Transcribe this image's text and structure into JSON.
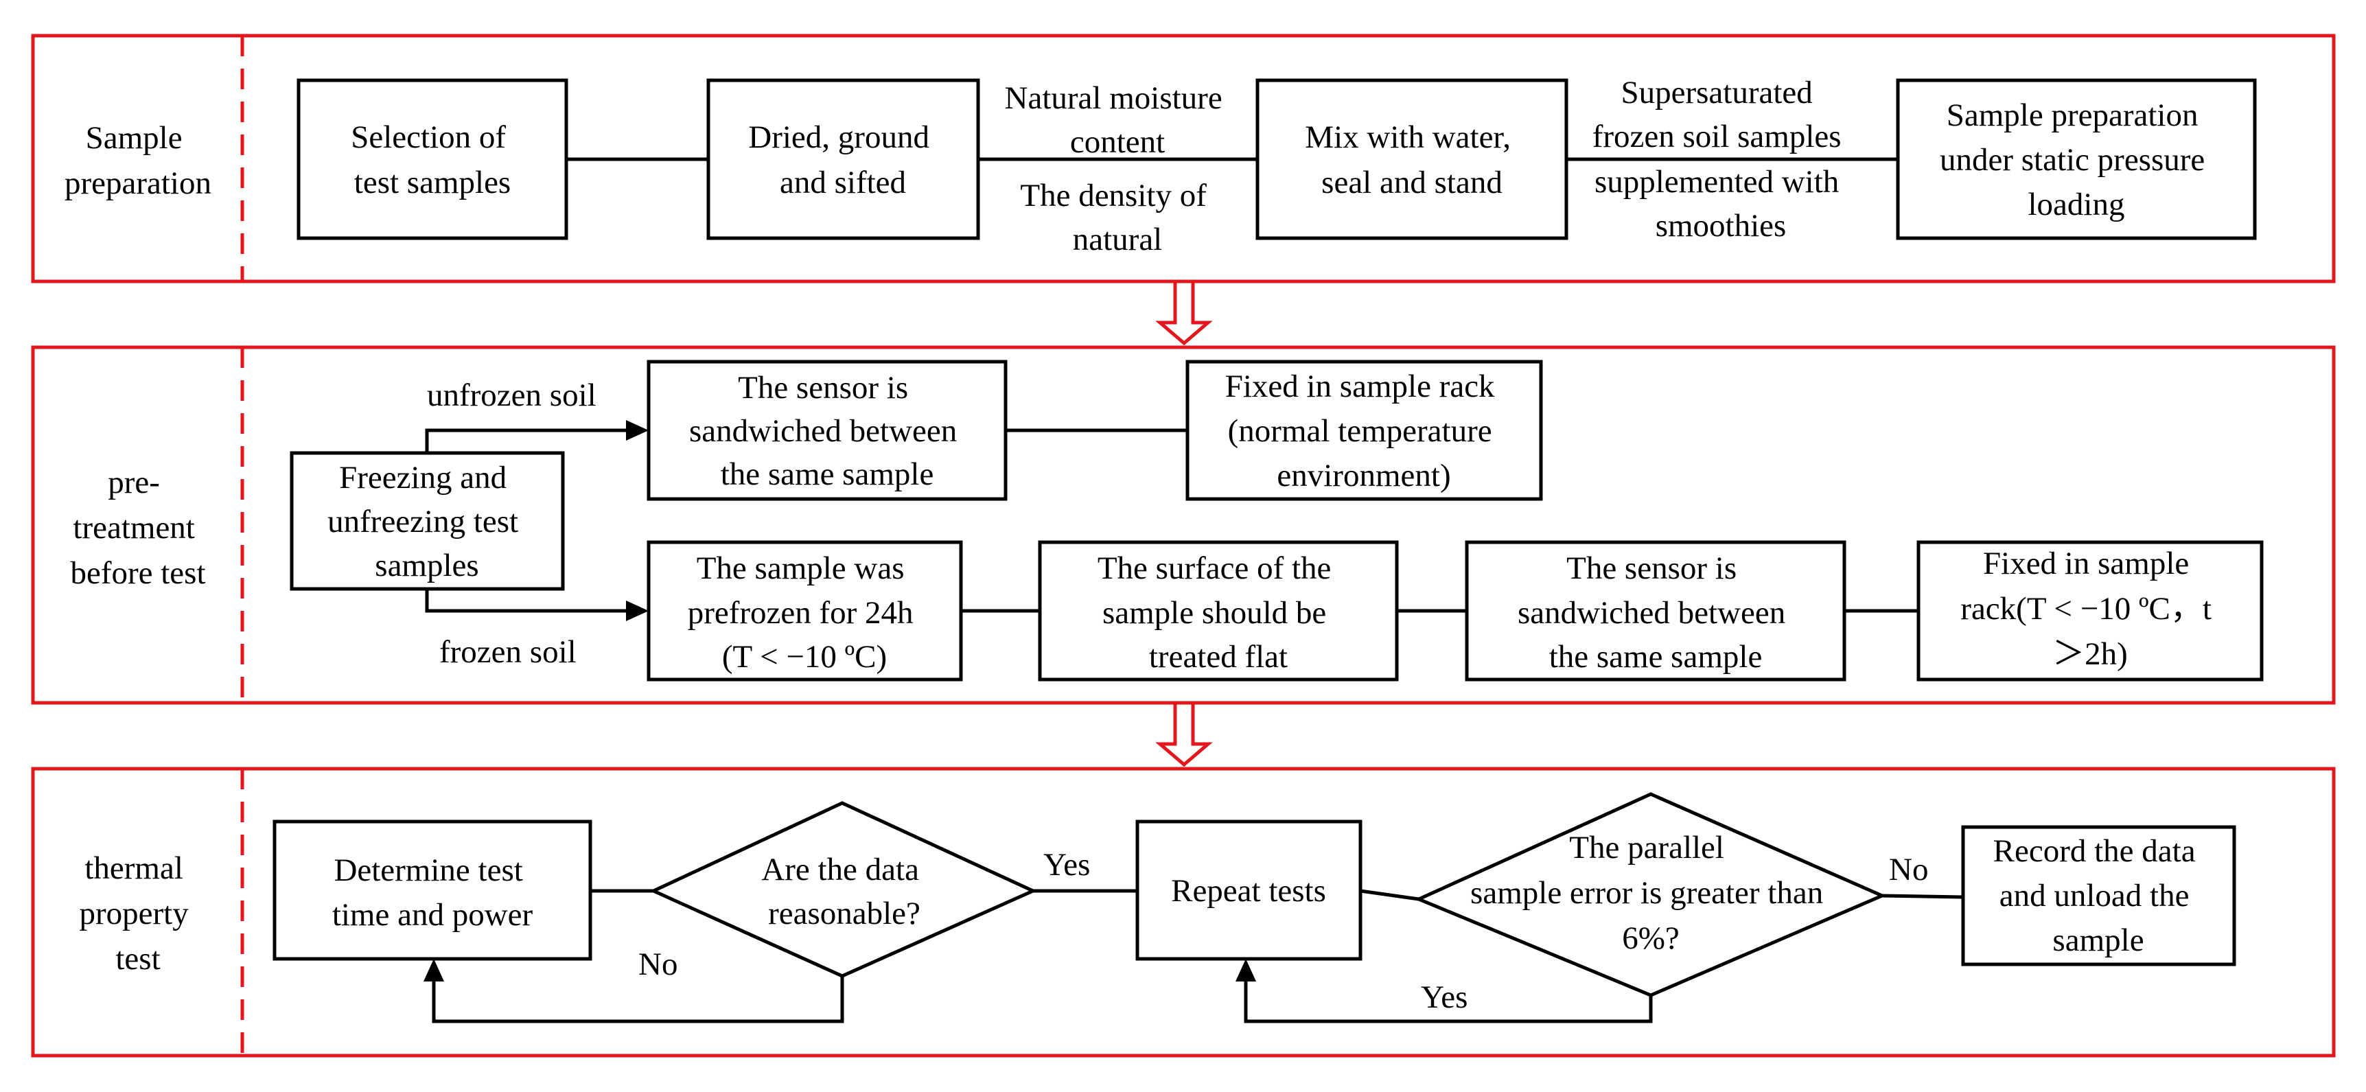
{
  "colors": {
    "panel_border": "#e3161d",
    "box_stroke": "#000000",
    "background": "#ffffff"
  },
  "sections": {
    "prep": {
      "label": [
        "Sample",
        "preparation"
      ]
    },
    "pre": {
      "label": [
        "pre-",
        "treatment",
        "before test"
      ]
    },
    "thermal": {
      "label": [
        "thermal",
        "property",
        "test"
      ]
    }
  },
  "prep": {
    "box1": [
      "Selection of",
      "test samples"
    ],
    "box2": [
      "Dried, ground",
      "and sifted"
    ],
    "label_a": [
      "Natural moisture",
      "content"
    ],
    "label_b": [
      "The density of",
      "natural"
    ],
    "box3": [
      "Mix with water,",
      "seal and stand"
    ],
    "label_c": [
      "Supersaturated",
      "frozen soil samples",
      "supplemented with",
      "smoothies"
    ],
    "box4": [
      "Sample preparation",
      "under static pressure",
      "loading"
    ]
  },
  "pre": {
    "start": [
      "Freezing and",
      "unfreezing test",
      "samples"
    ],
    "unfrozen_label": "unfrozen soil",
    "frozen_label": "frozen soil",
    "u1": [
      "The sensor is",
      "sandwiched between",
      "the same sample"
    ],
    "u2": [
      "Fixed in sample rack",
      "(normal temperature",
      "environment)"
    ],
    "f1": [
      "The sample was",
      "prefrozen for 24h",
      "(T < −10 ºC)"
    ],
    "f2": [
      "The surface of the",
      "sample should be",
      "treated flat"
    ],
    "f3": [
      "The sensor is",
      "sandwiched between",
      "the same sample"
    ],
    "f4": [
      "Fixed in sample",
      "rack(T < −10 ºC，t",
      "＞2h)"
    ]
  },
  "thermal": {
    "t1": [
      "Determine test",
      "time and power"
    ],
    "d1": [
      "Are the data",
      "reasonable?"
    ],
    "yes1": "Yes",
    "no1": "No",
    "t2": "Repeat tests",
    "d2": [
      "The parallel",
      "sample error is greater than",
      "6%?"
    ],
    "no2": "No",
    "yes2": "Yes",
    "t3": [
      "Record the data",
      "and unload the",
      "sample"
    ]
  }
}
